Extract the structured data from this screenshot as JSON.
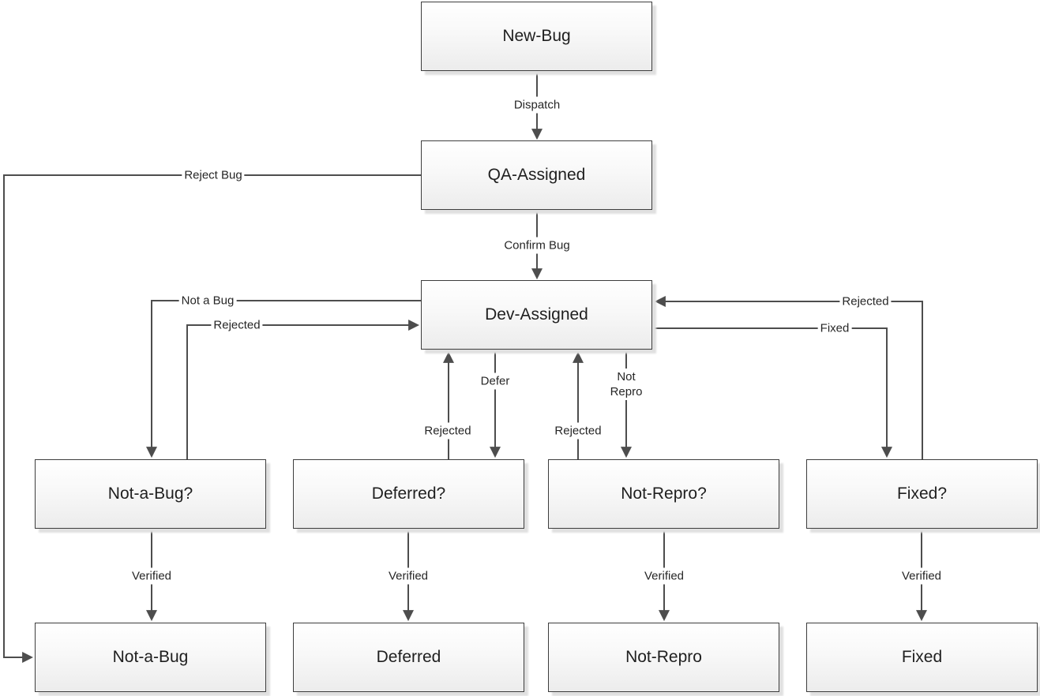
{
  "nodes": {
    "new_bug": "New-Bug",
    "qa_assigned": "QA-Assigned",
    "dev_assigned": "Dev-Assigned",
    "not_a_bug_check": "Not-a-Bug?",
    "deferred_check": "Deferred?",
    "not_repro_check": "Not-Repro?",
    "fixed_check": "Fixed?",
    "not_a_bug": "Not-a-Bug",
    "deferred": "Deferred",
    "not_repro": "Not-Repro",
    "fixed": "Fixed"
  },
  "edges": {
    "dispatch": "Dispatch",
    "confirm_bug": "Confirm Bug",
    "reject_bug": "Reject Bug",
    "not_a_bug": "Not a Bug",
    "rejected": "Rejected",
    "defer": "Defer",
    "not_repro_line1": "Not",
    "not_repro_line2": "Repro",
    "fixed": "Fixed",
    "verified": "Verified"
  },
  "colors": {
    "line": "#4d4d4d",
    "box_border": "#3d3d3d",
    "box_fill_light": "#ffffff",
    "box_fill_dark": "#ececec",
    "shadow": "#e0e0e0",
    "text": "#1f1f1f",
    "label_text": "#262626",
    "background": "#ffffff"
  }
}
